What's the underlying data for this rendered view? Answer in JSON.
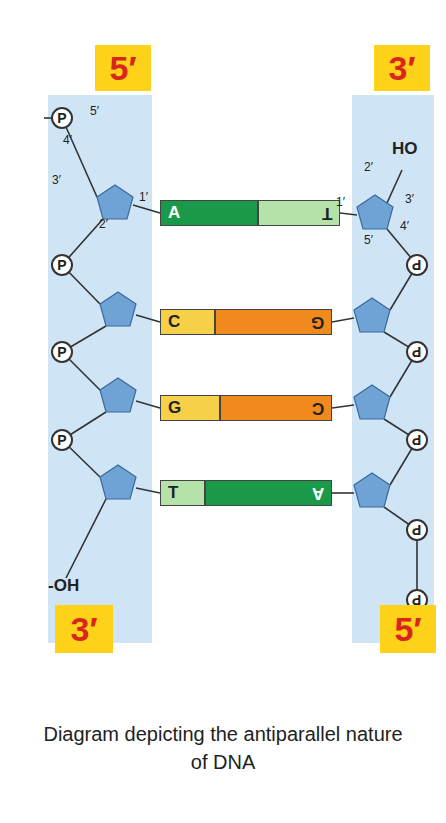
{
  "diagram": {
    "caption": "Diagram depicting the antiparallel nature of DNA",
    "nodes": [
      {
        "text": [
          "5′"
        ]
      },
      {
        "text": [
          "3′"
        ]
      },
      {
        "text": [
          "P"
        ]
      },
      {
        "text": [
          "A"
        ]
      },
      {
        "text": [
          "T"
        ]
      },
      {
        "text": [
          "P"
        ]
      },
      {
        "text": [
          "P"
        ]
      },
      {
        "text": [
          "C"
        ]
      },
      {
        "text": [
          "G"
        ]
      },
      {
        "text": [
          "P"
        ]
      },
      {
        "text": [
          "P"
        ]
      },
      {
        "text": [
          "G"
        ]
      },
      {
        "text": [
          "C"
        ]
      },
      {
        "text": [
          "P"
        ]
      },
      {
        "text": [
          "P"
        ]
      },
      {
        "text": [
          "T"
        ]
      },
      {
        "text": [
          "A"
        ]
      },
      {
        "text": [
          "P"
        ]
      },
      {
        "text": [
          "P"
        ]
      },
      {
        "text": [
          "3′"
        ]
      },
      {
        "text": [
          "5′"
        ]
      }
    ],
    "labels": [
      "5′",
      "4′",
      "3′",
      "2′",
      "1′",
      "HO",
      "2′",
      "1′",
      "3′",
      "4′",
      "5′",
      "-OH"
    ]
  }
}
